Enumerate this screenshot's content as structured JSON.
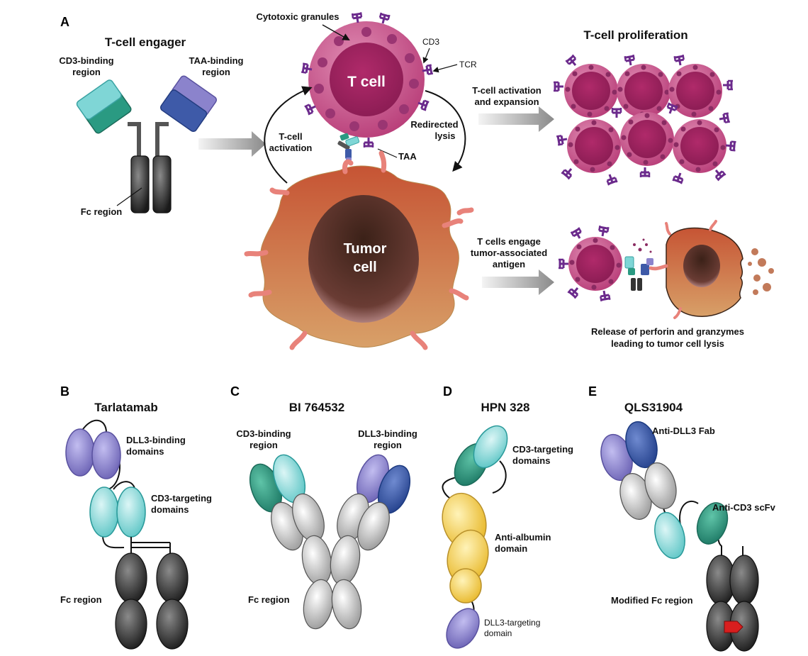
{
  "panels": {
    "A": {
      "letter": "A",
      "engager_title": "T-cell engager",
      "cd3_region_1": "CD3-binding",
      "cd3_region_2": "region",
      "taa_region_1": "TAA-binding",
      "taa_region_2": "region",
      "fc_region": "Fc region",
      "cytotoxic_granules": "Cytotoxic granules",
      "cd3": "CD3",
      "tcr": "TCR",
      "tcell": "T cell",
      "tcell_activation_1": "T-cell",
      "tcell_activation_2": "activation",
      "redirected_1": "Redirected",
      "redirected_2": "lysis",
      "taa": "TAA",
      "tumor_1": "Tumor",
      "tumor_2": "cell",
      "proliferation_title": "T-cell proliferation",
      "expansion_1": "T-cell activation",
      "expansion_2": "and expansion",
      "engage_1": "T cells engage",
      "engage_2": "tumor-associated",
      "engage_3": "antigen",
      "release_1": "Release of perforin and granzymes",
      "release_2": "leading to tumor cell lysis"
    },
    "B": {
      "letter": "B",
      "title": "Tarlatamab",
      "dll3_1": "DLL3-binding",
      "dll3_2": "domains",
      "cd3_1": "CD3-targeting",
      "cd3_2": "domains",
      "fc": "Fc region"
    },
    "C": {
      "letter": "C",
      "title": "BI 764532",
      "cd3_1": "CD3-binding",
      "cd3_2": "region",
      "dll3_1": "DLL3-binding",
      "dll3_2": "region",
      "fc": "Fc region"
    },
    "D": {
      "letter": "D",
      "title": "HPN 328",
      "cd3_1": "CD3-targeting",
      "cd3_2": "domains",
      "alb_1": "Anti-albumin",
      "alb_2": "domain",
      "dll3_1": "DLL3-targeting",
      "dll3_2": "domain"
    },
    "E": {
      "letter": "E",
      "title": "QLS31904",
      "fab": "Anti-DLL3 Fab",
      "scfv": "Anti-CD3 scFv",
      "fc": "Modified Fc region"
    }
  },
  "colors": {
    "teal_dark": "#2a9a82",
    "teal_light": "#7fd6d6",
    "purple_light": "#8b83cc",
    "blue_dark": "#3e5aa8",
    "gray_light": "#c8c8c8",
    "gray_dark": "#3a3a3a",
    "tcell": "#c0477f",
    "tumor": "#c8623e",
    "albumin": "#f2c93c",
    "receptor": "#6b2a8c"
  }
}
